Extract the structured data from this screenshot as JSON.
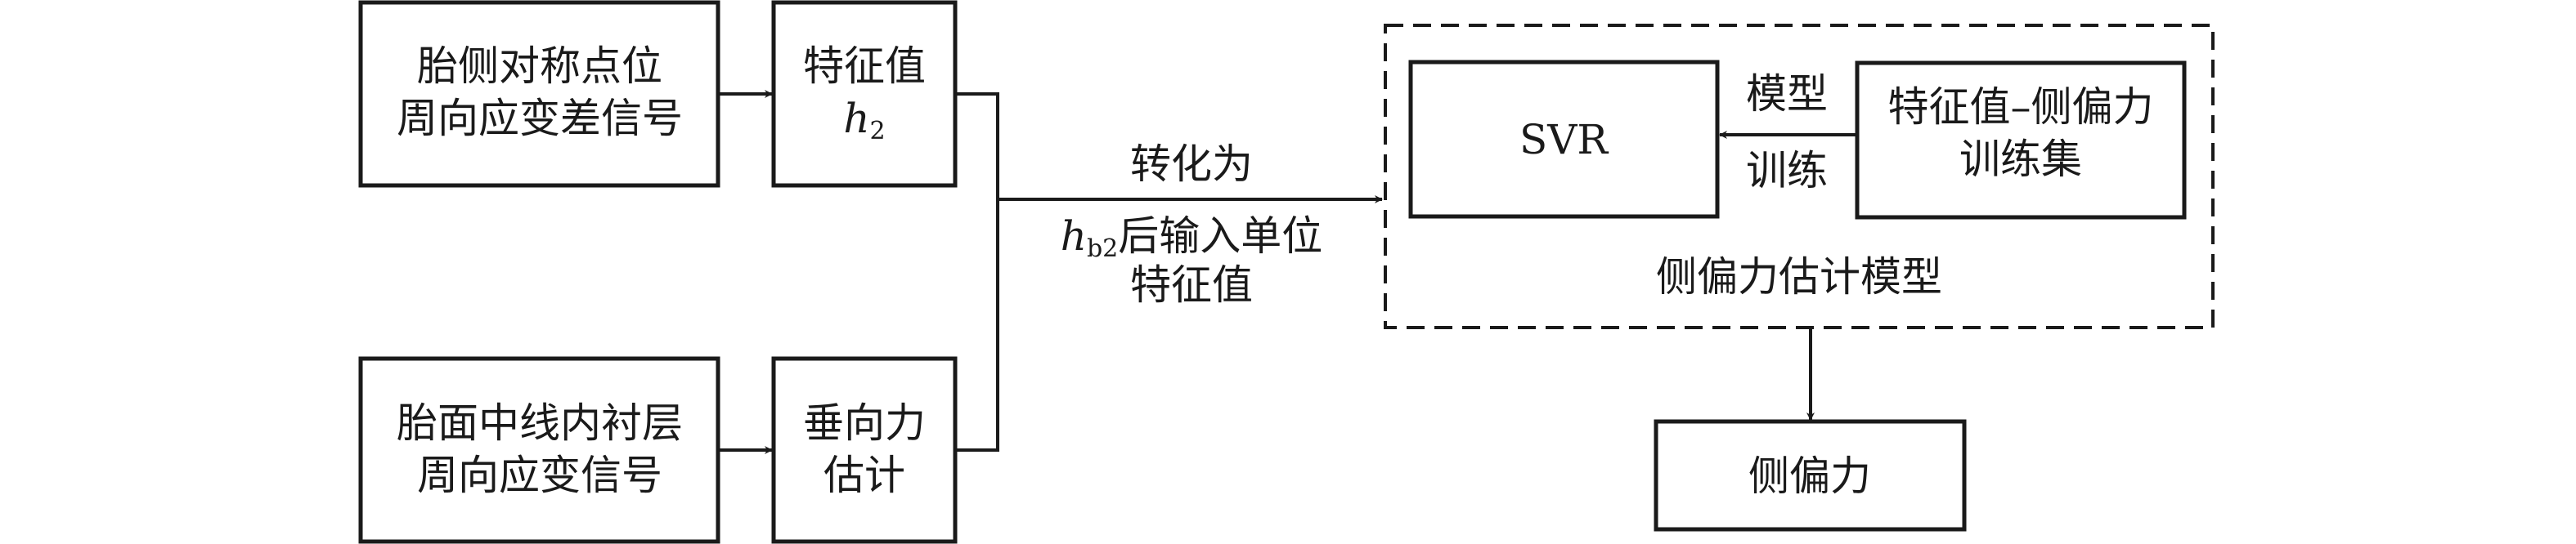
{
  "nodes": {
    "sidewall_signal": [
      "胎侧对称点位",
      "周向应变差信号"
    ],
    "feature_h2": {
      "line1": "特征值",
      "var": "h",
      "sub": "2"
    },
    "tread_signal": [
      "胎面中线内衬层",
      "周向应变信号"
    ],
    "vertical_force": [
      "垂向力",
      "估计"
    ],
    "svr": "SVR",
    "training_set": [
      "特征值–侧偏力",
      "训练集"
    ],
    "model_group_label": "侧偏力估计模型",
    "output": "侧偏力"
  },
  "edges": {
    "convert_label_top": "转化为",
    "convert_var": "h",
    "convert_sub": "b2",
    "convert_rest": "后输入单位",
    "convert_label_bottom": "特征值",
    "training_label": [
      "模型",
      "训练"
    ]
  }
}
